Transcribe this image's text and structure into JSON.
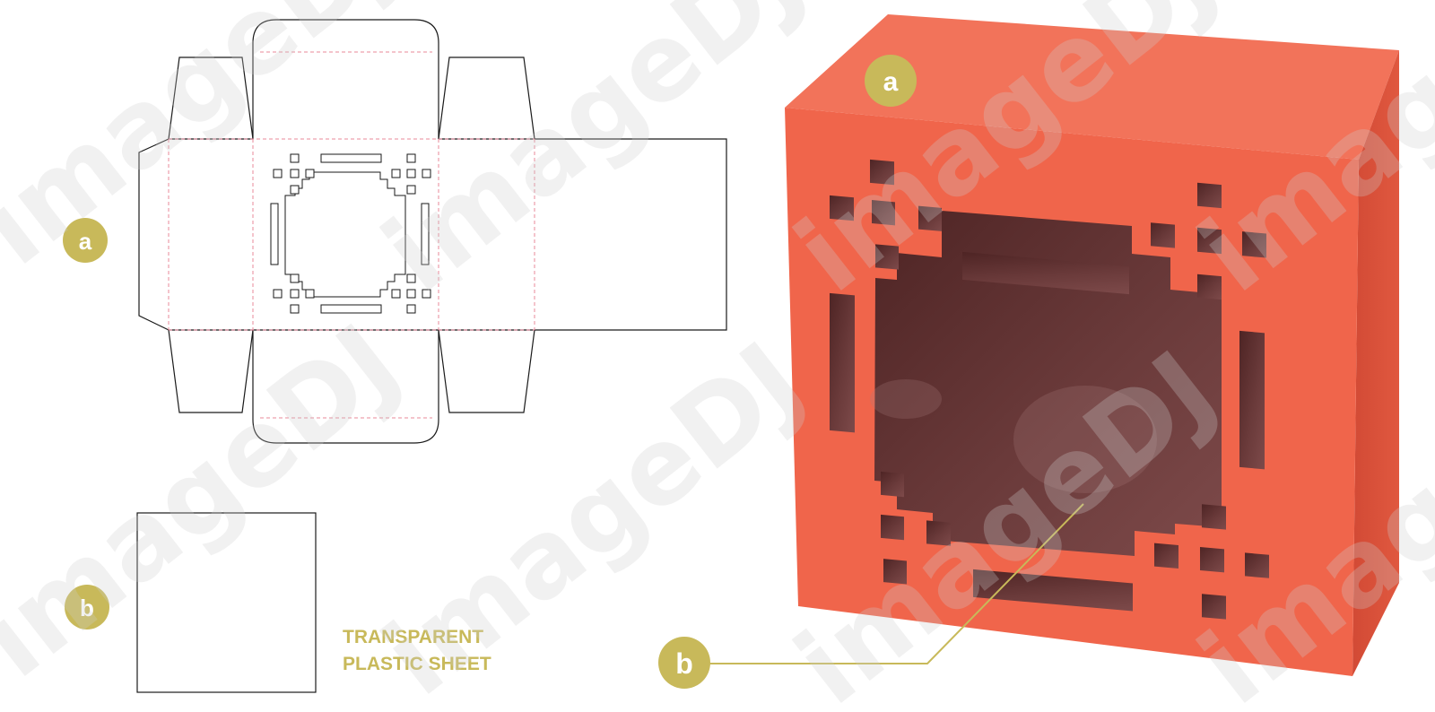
{
  "labels": {
    "dieline_panel": "a",
    "plastic_sheet": "b",
    "box_front": "a",
    "box_window": "b"
  },
  "plastic_sheet_caption": {
    "line1": "TRANSPARENT",
    "line2": "PLASTIC SHEET"
  },
  "watermark": "imageDJ",
  "colors": {
    "badge": "#c8b95a",
    "box_front": "#f06a50",
    "box_top": "#f26e55",
    "box_side": "#d9503a",
    "window": "#5a2c2c",
    "die_line": "#1a1a1a",
    "fold_line": "#e8889a",
    "leader_line": "#c8b95a"
  }
}
